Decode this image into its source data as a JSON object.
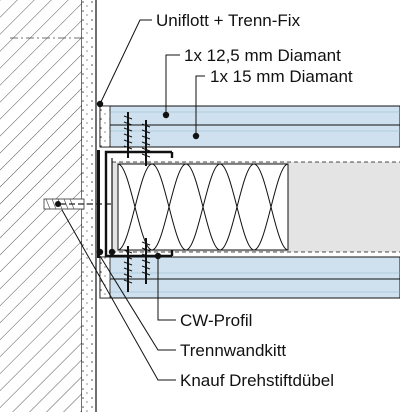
{
  "labels": {
    "uniflott": "Uniflott + Trenn-Fix",
    "board_12_5": "1x 12,5 mm Diamant",
    "board_15": "1x 15 mm Diamant",
    "cw_profil": "CW-Profil",
    "trennwandkitt": "Trennwandkitt",
    "duebel": "Knauf Drehstiftdübel"
  },
  "colors": {
    "board": "#cfe1ee",
    "insulation_bg": "#e4e4e4",
    "line": "#111111",
    "hatch": "#555555"
  }
}
